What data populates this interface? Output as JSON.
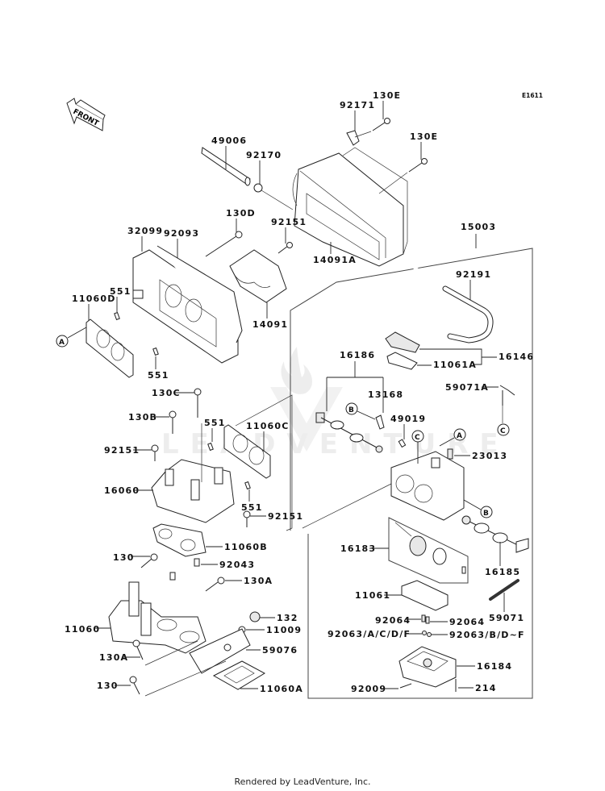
{
  "diagram": {
    "ref_code": "E1611",
    "front_arrow_label": "FRONT",
    "watermark_text": "LEADVENTURE",
    "callouts": {
      "A": "A",
      "B": "B",
      "C": "C"
    },
    "parts": {
      "p130E_1": "130E",
      "p92171": "92171",
      "p130E_2": "130E",
      "p49006": "49006",
      "p92170": "92170",
      "p130D": "130D",
      "p92151_top": "92151",
      "p32099": "32099",
      "p92093": "92093",
      "p14091A": "14091A",
      "p15003": "15003",
      "p14091": "14091",
      "p11060D": "11060D",
      "p551_a": "551",
      "p551_b": "551",
      "p92191": "92191",
      "p16146": "16146",
      "p11061A": "11061A",
      "p16186": "16186",
      "p13168": "13168",
      "p59071A": "59071A",
      "p49019": "49019",
      "p23013": "23013",
      "p130C": "130C",
      "p130B": "130B",
      "p551_c": "551",
      "p11060C": "11060C",
      "p92151_mid": "92151",
      "p16060": "16060",
      "p551_d": "551",
      "p92151_low": "92151",
      "p11060B": "11060B",
      "p130_a": "130",
      "p92043": "92043",
      "p130A_a": "130A",
      "p11060": "11060",
      "p132": "132",
      "p11009": "11009",
      "p130A_b": "130A",
      "p59076": "59076",
      "p130_b": "130",
      "p11060A": "11060A",
      "p16183": "16183",
      "p16185": "16185",
      "p11061": "11061",
      "p59071": "59071",
      "p92064_a": "92064",
      "p92064_b": "92064",
      "p92063_left": "92063/A/C/D/F",
      "p92063_right": "92063/B/D~F",
      "p16184": "16184",
      "p92009": "92009",
      "p214": "214"
    }
  },
  "footer": {
    "credit": "Rendered by LeadVenture, Inc."
  }
}
